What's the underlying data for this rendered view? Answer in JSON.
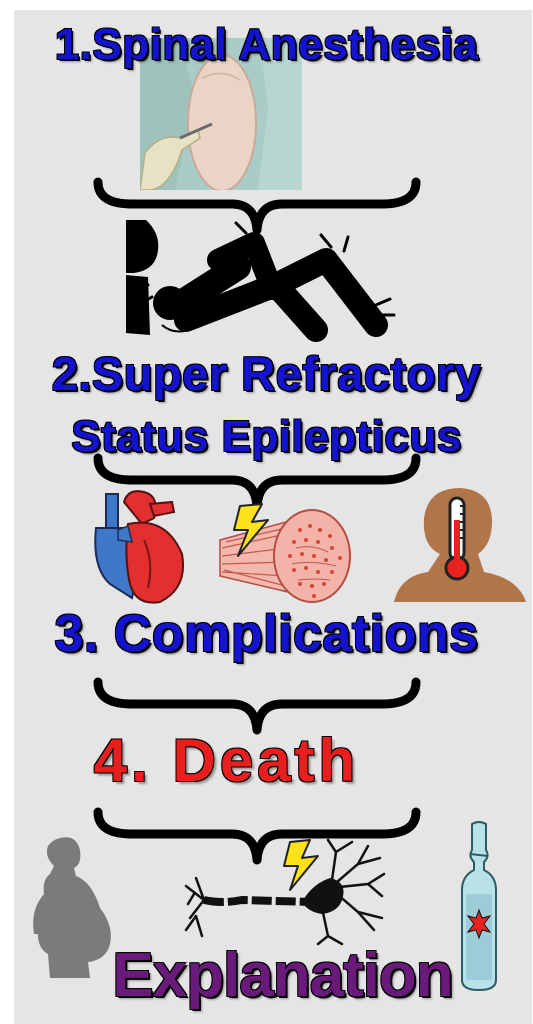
{
  "steps": {
    "step1": "1.Spinal Anesthesia",
    "step2_line1": "2.Super Refractory",
    "step2_line2": "Status Epilepticus",
    "step3": "3. Complications",
    "step4": "4. Death"
  },
  "footer": {
    "explanation": "Explanation"
  },
  "icons": [
    "spinal-injection-icon",
    "seizure-figure-icon",
    "heart-icon",
    "muscle-fiber-icon",
    "fever-head-icon",
    "pregnant-woman-icon",
    "neuron-icon",
    "ampoule-icon",
    "curly-brace-icon"
  ],
  "colors": {
    "background": "#e5e5e5",
    "heading_blue": "#1414d0",
    "heading_red": "#e81f1f",
    "explanation_purple": "#6a1a7a"
  }
}
